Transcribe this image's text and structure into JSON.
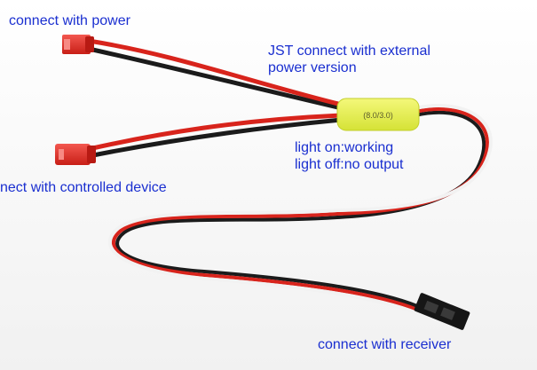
{
  "labels": {
    "power": "connect with power",
    "jst_line1": "JST connect with external",
    "jst_line2": "power version",
    "light_on": "light on:working",
    "light_off": "light off:no output",
    "device": "nect with controlled device",
    "receiver": "connect with receiver"
  },
  "module_marking": "(8.0/3.0)",
  "colors": {
    "label_text": "#1a2fd0",
    "connector_red": "#e5302a",
    "wire_red": "#d8241c",
    "wire_black": "#1b1b1b",
    "wire_white": "#f2f2f2",
    "module_yellow": "#e6f04a"
  }
}
